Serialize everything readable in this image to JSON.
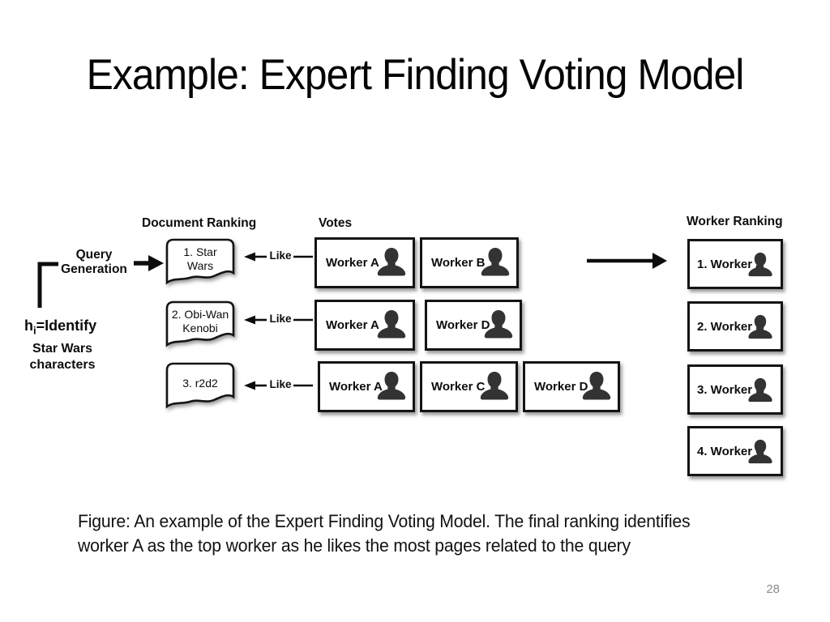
{
  "slide": {
    "title": "Example: Expert Finding Voting Model",
    "caption": {
      "line1": "Figure: An example of the Expert Finding Voting Model. The final ranking identifies",
      "line2": "worker A as the top worker as he likes the most pages related to the query"
    },
    "page_number": "28"
  },
  "diagram": {
    "headers": {
      "document_ranking": "Document Ranking",
      "votes": "Votes",
      "worker_ranking": "Worker Ranking"
    },
    "left": {
      "query_line1": "Query",
      "query_line2": "Generation",
      "hypothesis_prefix": "h",
      "hypothesis_sub": "i",
      "hypothesis_suffix": "=Identify",
      "subject_line1": "Star Wars",
      "subject_line2": "characters"
    },
    "like_label": "Like",
    "documents": [
      {
        "lines": [
          "1. Star",
          "Wars"
        ]
      },
      {
        "lines": [
          "2. Obi-Wan",
          "Kenobi"
        ]
      },
      {
        "lines": [
          "3. r2d2"
        ]
      }
    ],
    "votes_rows": [
      [
        "Worker A",
        "Worker B"
      ],
      [
        "Worker A",
        "Worker D"
      ],
      [
        "Worker A",
        "Worker C",
        "Worker D"
      ]
    ],
    "worker_ranking": [
      "1. Worker A",
      "2. Worker D",
      "3. Worker B",
      "4. Worker C"
    ],
    "colors": {
      "text": "#0d0d0d",
      "box_border": "#141414",
      "person_icon": "#333333",
      "page_number": "#8a8a8a"
    }
  }
}
